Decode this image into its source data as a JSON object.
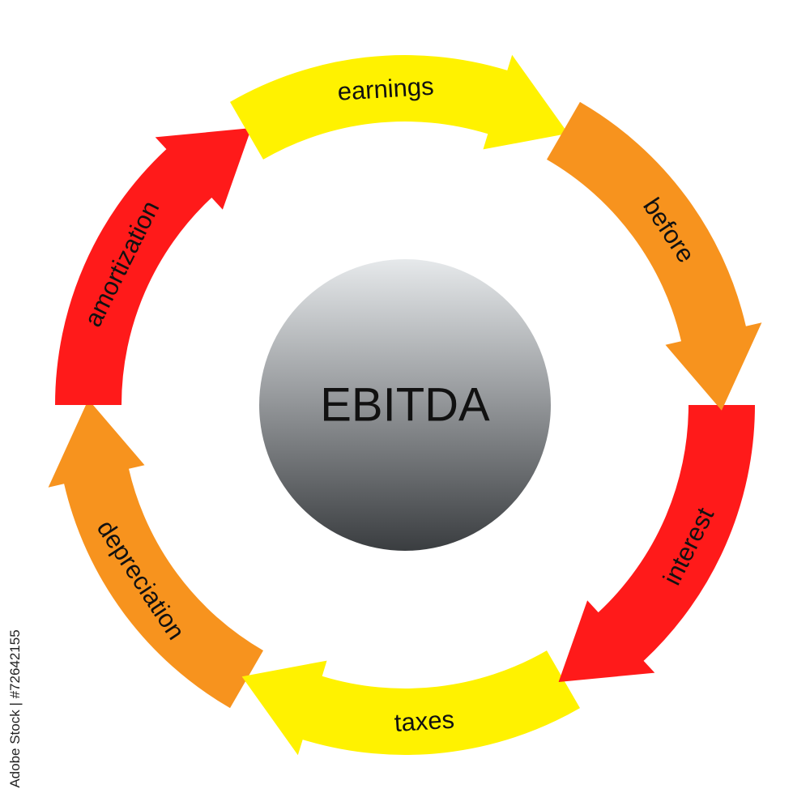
{
  "diagram": {
    "center": {
      "label": "EBITDA"
    },
    "segments": [
      {
        "label": "before",
        "color": "#F7931E"
      },
      {
        "label": "interest",
        "color": "#FF1A1A"
      },
      {
        "label": "taxes",
        "color": "#FFF200"
      },
      {
        "label": "depreciation",
        "color": "#F7931E"
      },
      {
        "label": "amortization",
        "color": "#FF1A1A"
      },
      {
        "label": "earnings",
        "color": "#FFF200"
      }
    ],
    "stock_id": "Adobe Stock | #72642155"
  }
}
